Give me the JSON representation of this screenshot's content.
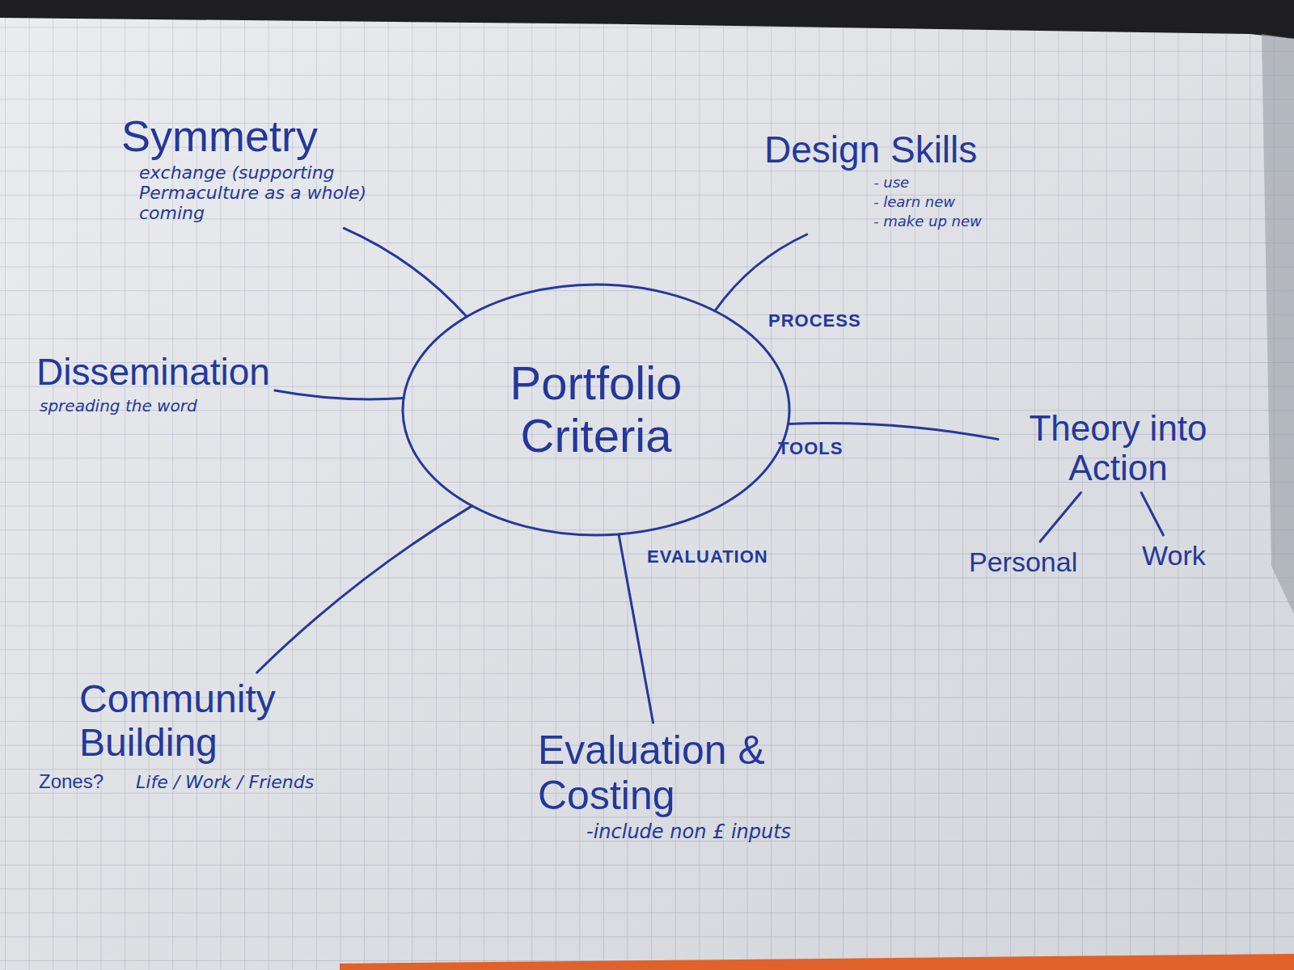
{
  "diagram": {
    "nodes": [
      {
        "text": [
          "Portfolio Criteria"
        ]
      },
      {
        "text": [
          "Symmetry",
          "exchange (supporting Permaculture as a whole) coming"
        ]
      },
      {
        "text": [
          "Design Skills",
          "- use",
          "- learn new",
          "- make up new"
        ]
      },
      {
        "text": [
          "Theory into Action"
        ]
      },
      {
        "text": [
          "Personal"
        ]
      },
      {
        "text": [
          "Work"
        ]
      },
      {
        "text": [
          "Evaluation & Costing",
          "-include non £ inputs"
        ]
      },
      {
        "text": [
          "Community Building",
          "Zones?",
          "Life / Work / Friends"
        ]
      },
      {
        "text": [
          "Dissemination",
          "spreading the word"
        ]
      }
    ],
    "edges": [
      {
        "from": 0,
        "to": 1,
        "arrow": "none"
      },
      {
        "from": 0,
        "to": 2,
        "arrow": "none"
      },
      {
        "from": 0,
        "to": 3,
        "arrow": "none"
      },
      {
        "from": 0,
        "to": 6,
        "arrow": "none"
      },
      {
        "from": 0,
        "to": 7,
        "arrow": "none"
      },
      {
        "from": 0,
        "to": 8,
        "arrow": "none"
      },
      {
        "from": 3,
        "to": 4,
        "arrow": "none"
      },
      {
        "from": 3,
        "to": 5,
        "arrow": "none"
      }
    ],
    "labels": [
      "PROCESS",
      "TOOLS",
      "EVALUATION"
    ]
  }
}
